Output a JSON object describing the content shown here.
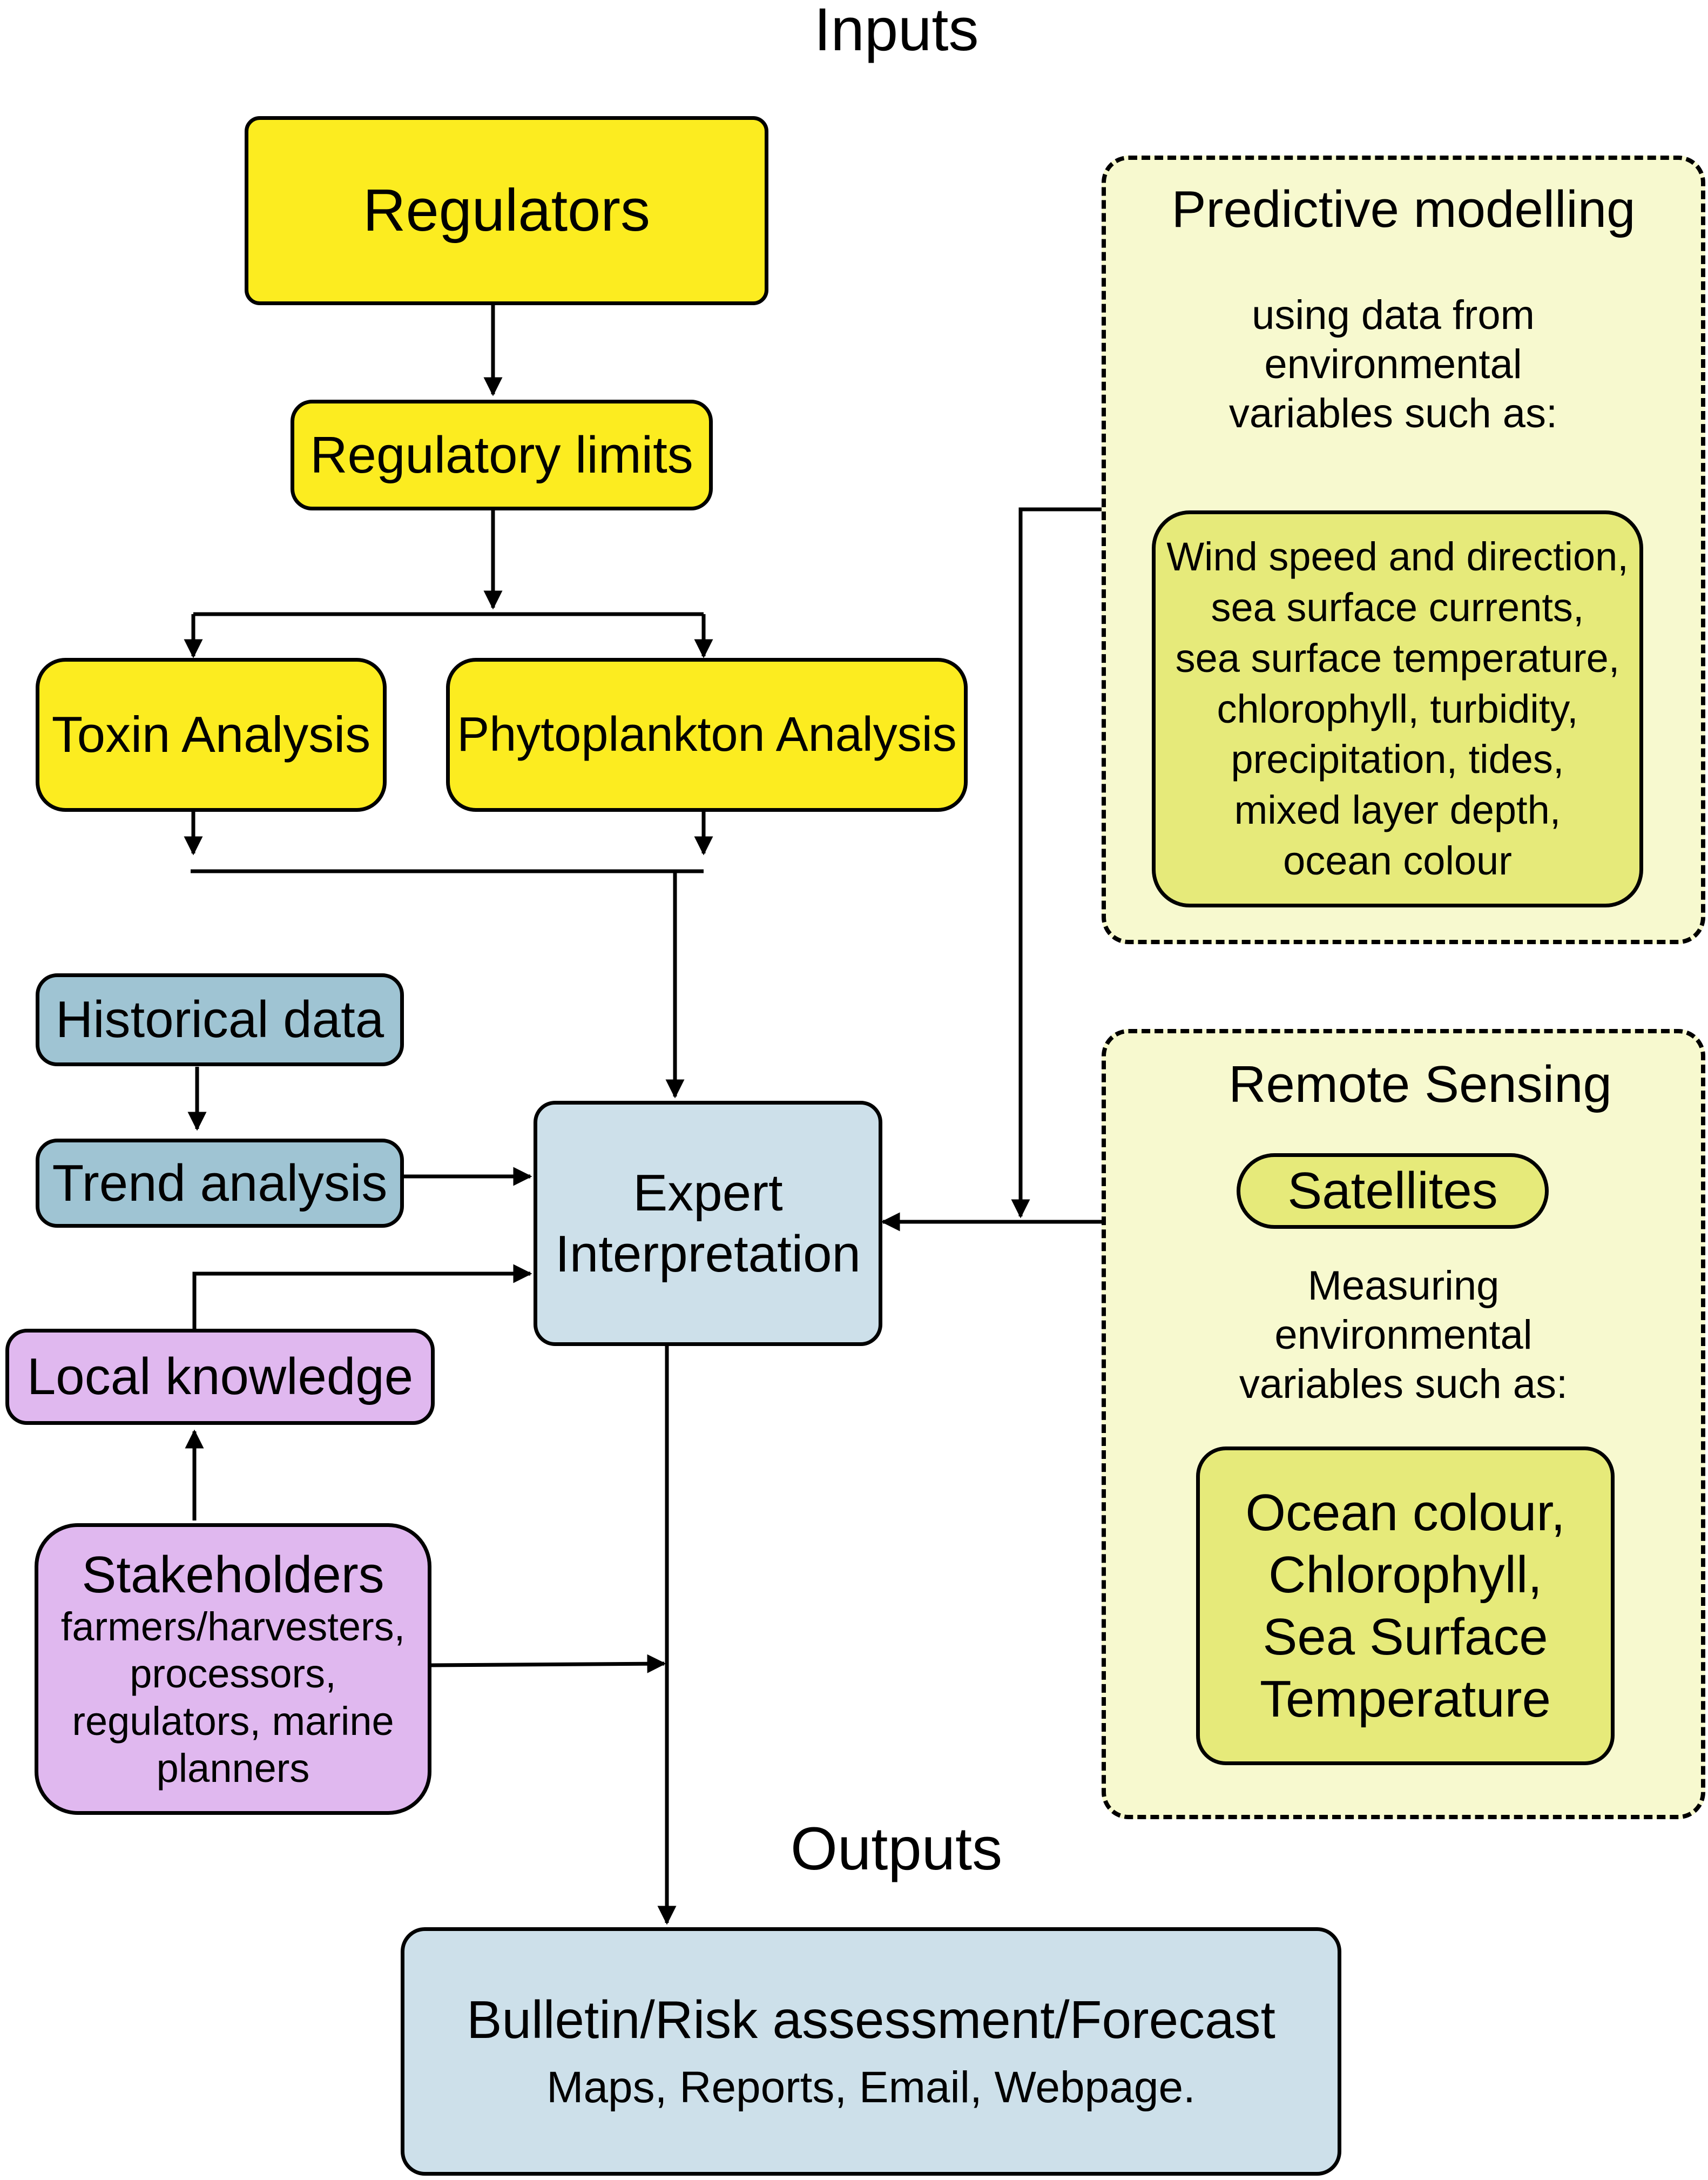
{
  "headings": {
    "inputs": "Inputs",
    "outputs": "Outputs"
  },
  "nodes": {
    "regulators": "Regulators",
    "regulatory_limits": "Regulatory limits",
    "toxin_analysis": "Toxin Analysis",
    "phytoplankton_analysis": "Phytoplankton Analysis",
    "historical_data": "Historical data",
    "trend_analysis": "Trend analysis",
    "expert_interpretation": [
      "Expert",
      "Interpretation"
    ],
    "local_knowledge": "Local knowledge",
    "stakeholders": {
      "title": "Stakeholders",
      "details": [
        "farmers/harvesters,",
        "processors,",
        "regulators, marine",
        "planners"
      ]
    },
    "output": {
      "title": "Bulletin/Risk assessment/Forecast",
      "subtitle": "Maps, Reports, Email, Webpage."
    }
  },
  "predictive_modelling": {
    "title": "Predictive modelling",
    "description": [
      "using data from",
      "environmental",
      "variables such as:"
    ],
    "variables": [
      "Wind speed and direction,",
      "sea surface currents,",
      "sea surface temperature,",
      "chlorophyll, turbidity,",
      "precipitation, tides,",
      "mixed layer depth,",
      "ocean colour"
    ]
  },
  "remote_sensing": {
    "title": "Remote Sensing",
    "satellites": "Satellites",
    "description": [
      "Measuring",
      "environmental",
      "variables such as:"
    ],
    "variables": [
      "Ocean colour,",
      "Chlorophyll,",
      "Sea Surface",
      "Temperature"
    ]
  }
}
